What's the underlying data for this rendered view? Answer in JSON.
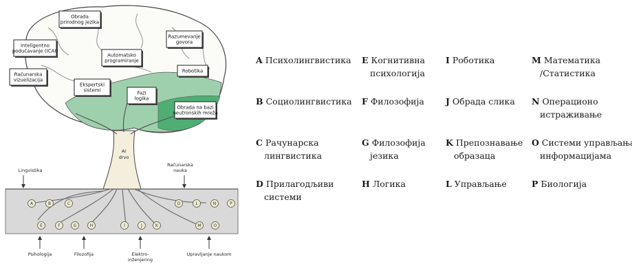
{
  "diagram": {
    "boxes": [
      {
        "id": "nlp",
        "lines": [
          "Obrada",
          "prirodnog jezika"
        ]
      },
      {
        "id": "icai",
        "lines": [
          "Inteligentno",
          "podučavanje (ICAI)"
        ]
      },
      {
        "id": "comprehension",
        "lines": [
          "Razumevanje",
          "govora"
        ]
      },
      {
        "id": "autoprog",
        "lines": [
          "Automatsko",
          "programiranje"
        ]
      },
      {
        "id": "robotics",
        "lines": [
          "Robotika"
        ]
      },
      {
        "id": "vision",
        "lines": [
          "Računarska",
          "vizuelizacija"
        ]
      },
      {
        "id": "expert",
        "lines": [
          "Ekspertski",
          "sistemi"
        ]
      },
      {
        "id": "fuzzy",
        "lines": [
          "Fazi",
          "logika"
        ]
      },
      {
        "id": "neural",
        "lines": [
          "Obrada na bazi",
          "neutronskih mreža"
        ]
      }
    ],
    "trunk_label": [
      "AI",
      "drvo"
    ],
    "top_labels": {
      "left": "Lingvistika",
      "right": [
        "Računarska",
        "nauka"
      ]
    },
    "root_letters": [
      "A",
      "B",
      "C",
      "D",
      "L",
      "N",
      "P",
      "E",
      "F",
      "G",
      "H",
      "I",
      "J",
      "K",
      "M",
      "O"
    ],
    "bottom_labels": [
      {
        "id": "psych",
        "lines": [
          "Psihologija"
        ]
      },
      {
        "id": "phil",
        "lines": [
          "Filozofija"
        ]
      },
      {
        "id": "elec",
        "lines": [
          "Elektro-",
          "inženjering"
        ]
      },
      {
        "id": "mgmt",
        "lines": [
          "Upravljanje naukom"
        ]
      }
    ]
  },
  "legend": [
    {
      "letter": "A",
      "lines": [
        "Психолингвистика"
      ]
    },
    {
      "letter": "B",
      "lines": [
        "Социолингвистика"
      ]
    },
    {
      "letter": "C",
      "lines": [
        "Рачунарска",
        "лингвистика"
      ]
    },
    {
      "letter": "D",
      "lines": [
        "Прилагодљиви",
        "системи"
      ]
    },
    {
      "letter": "E",
      "lines": [
        "Когнитивна",
        "психологија"
      ]
    },
    {
      "letter": "F",
      "lines": [
        "Филозофија"
      ]
    },
    {
      "letter": "G",
      "lines": [
        "Филозофија",
        "језика"
      ]
    },
    {
      "letter": "H",
      "lines": [
        "Логика"
      ]
    },
    {
      "letter": "I",
      "lines": [
        "Роботика"
      ]
    },
    {
      "letter": "J",
      "lines": [
        "Обрада слика"
      ]
    },
    {
      "letter": "K",
      "lines": [
        "Препознавање",
        "образаца"
      ]
    },
    {
      "letter": "L",
      "lines": [
        "Управљање"
      ]
    },
    {
      "letter": "M",
      "lines": [
        "Математика",
        "/Статистика"
      ]
    },
    {
      "letter": "N",
      "lines": [
        "Операционо",
        "истраживање"
      ]
    },
    {
      "letter": "O",
      "lines": [
        "Системи управљања",
        "информацијама"
      ]
    },
    {
      "letter": "P",
      "lines": [
        "Биологија"
      ]
    }
  ]
}
